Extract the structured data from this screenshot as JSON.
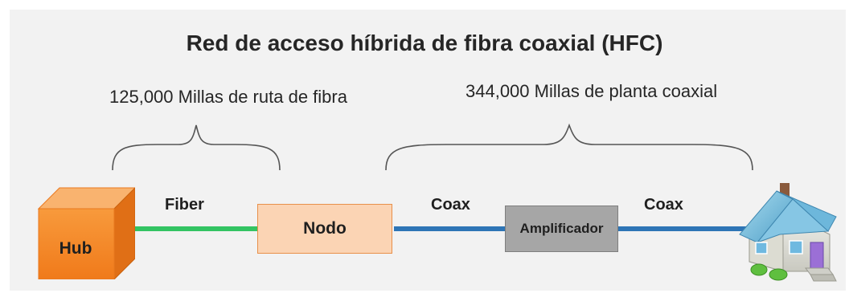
{
  "title": "Red de acceso híbrida de fibra coaxial (HFC)",
  "fiber_miles_label": "125,000 Millas de ruta de fibra",
  "coax_miles_label": "344,000 Millas de planta coaxial",
  "segments": {
    "fiber": "Fiber",
    "coax_1": "Coax",
    "coax_2": "Coax"
  },
  "nodes": {
    "hub": "Hub",
    "nodo": "Nodo",
    "amplifier": "Amplificador"
  },
  "colors": {
    "fiber_line": "#33c463",
    "coax_line": "#2e75b6",
    "hub_fill": "#f5882a",
    "nodo_fill": "#fbd4b4",
    "amplifier_fill": "#a6a6a6"
  },
  "icons": {
    "hub": "cube-icon",
    "house": "house-icon"
  }
}
